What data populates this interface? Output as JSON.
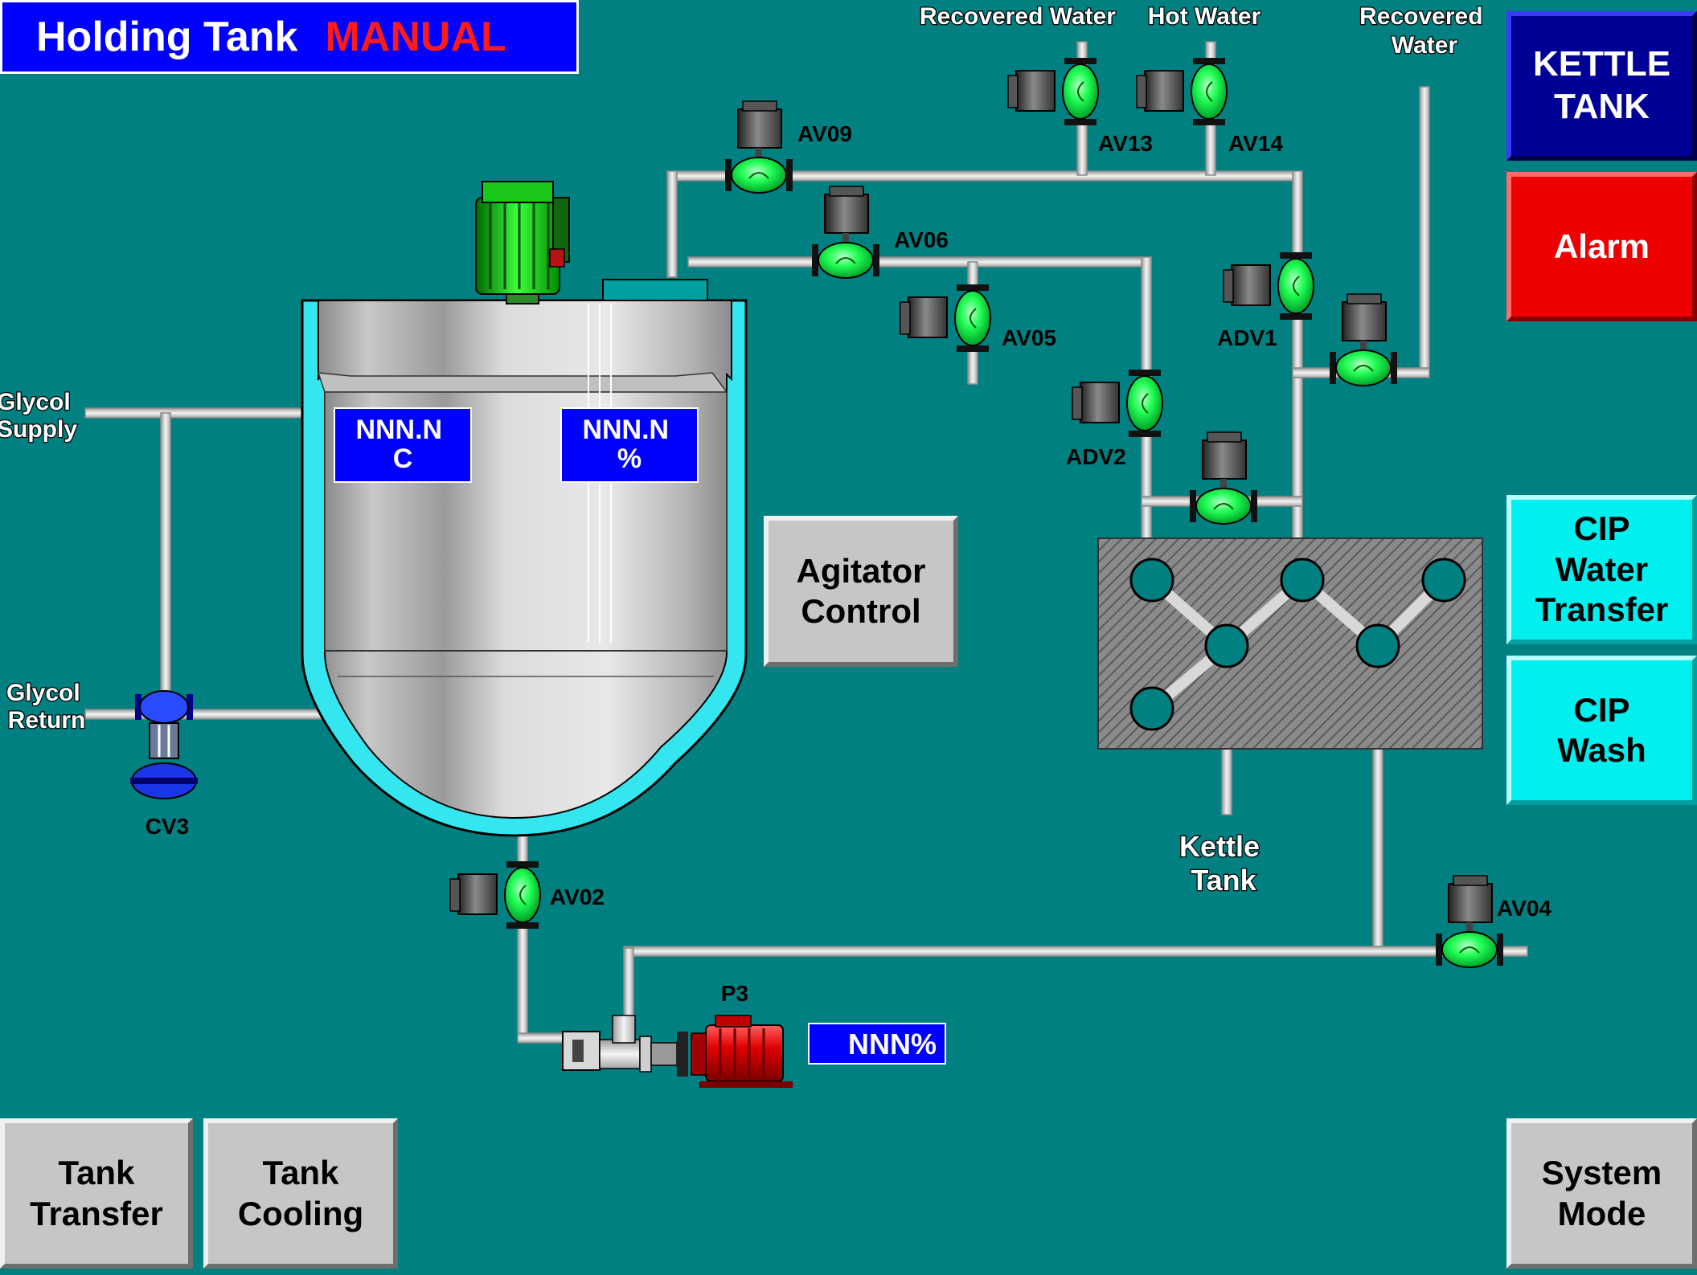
{
  "header": {
    "title": "Holding Tank",
    "mode": "MANUAL"
  },
  "tank": {
    "temperature_readout": "NNN.N\nC",
    "level_readout": "NNN.N\n%"
  },
  "pump": {
    "label": "P3",
    "speed_readout": "NNN%"
  },
  "lines": {
    "glycol_supply": "Glycol\nSupply",
    "glycol_return": "Glycol\nReturn",
    "recovered_water_1": "Recovered Water",
    "hot_water": "Hot Water",
    "recovered_water_2": "Recovered\nWater",
    "kettle_tank": "Kettle\nTank"
  },
  "valves": {
    "av09": "AV09",
    "av06": "AV06",
    "av05": "AV05",
    "av13": "AV13",
    "av14": "AV14",
    "adv1": "ADV1",
    "adv2": "ADV2",
    "av02": "AV02",
    "av04": "AV04",
    "cv3": "CV3"
  },
  "buttons": {
    "agitator_control": "Agitator\nControl",
    "kettle_tank": "KETTLE\nTANK",
    "alarm": "Alarm",
    "cip_water_transfer": "CIP\nWater\nTransfer",
    "cip_wash": "CIP\nWash",
    "tank_transfer": "Tank\nTransfer",
    "tank_cooling": "Tank\nCooling",
    "system_mode": "System\nMode"
  },
  "colors": {
    "background": "#008080",
    "valve_open": "#00ff3c",
    "tank_jacket": "#33e6f0",
    "readout_bg": "#0000ff",
    "alarm": "#ee0000",
    "cip_button": "#00f0f0"
  }
}
